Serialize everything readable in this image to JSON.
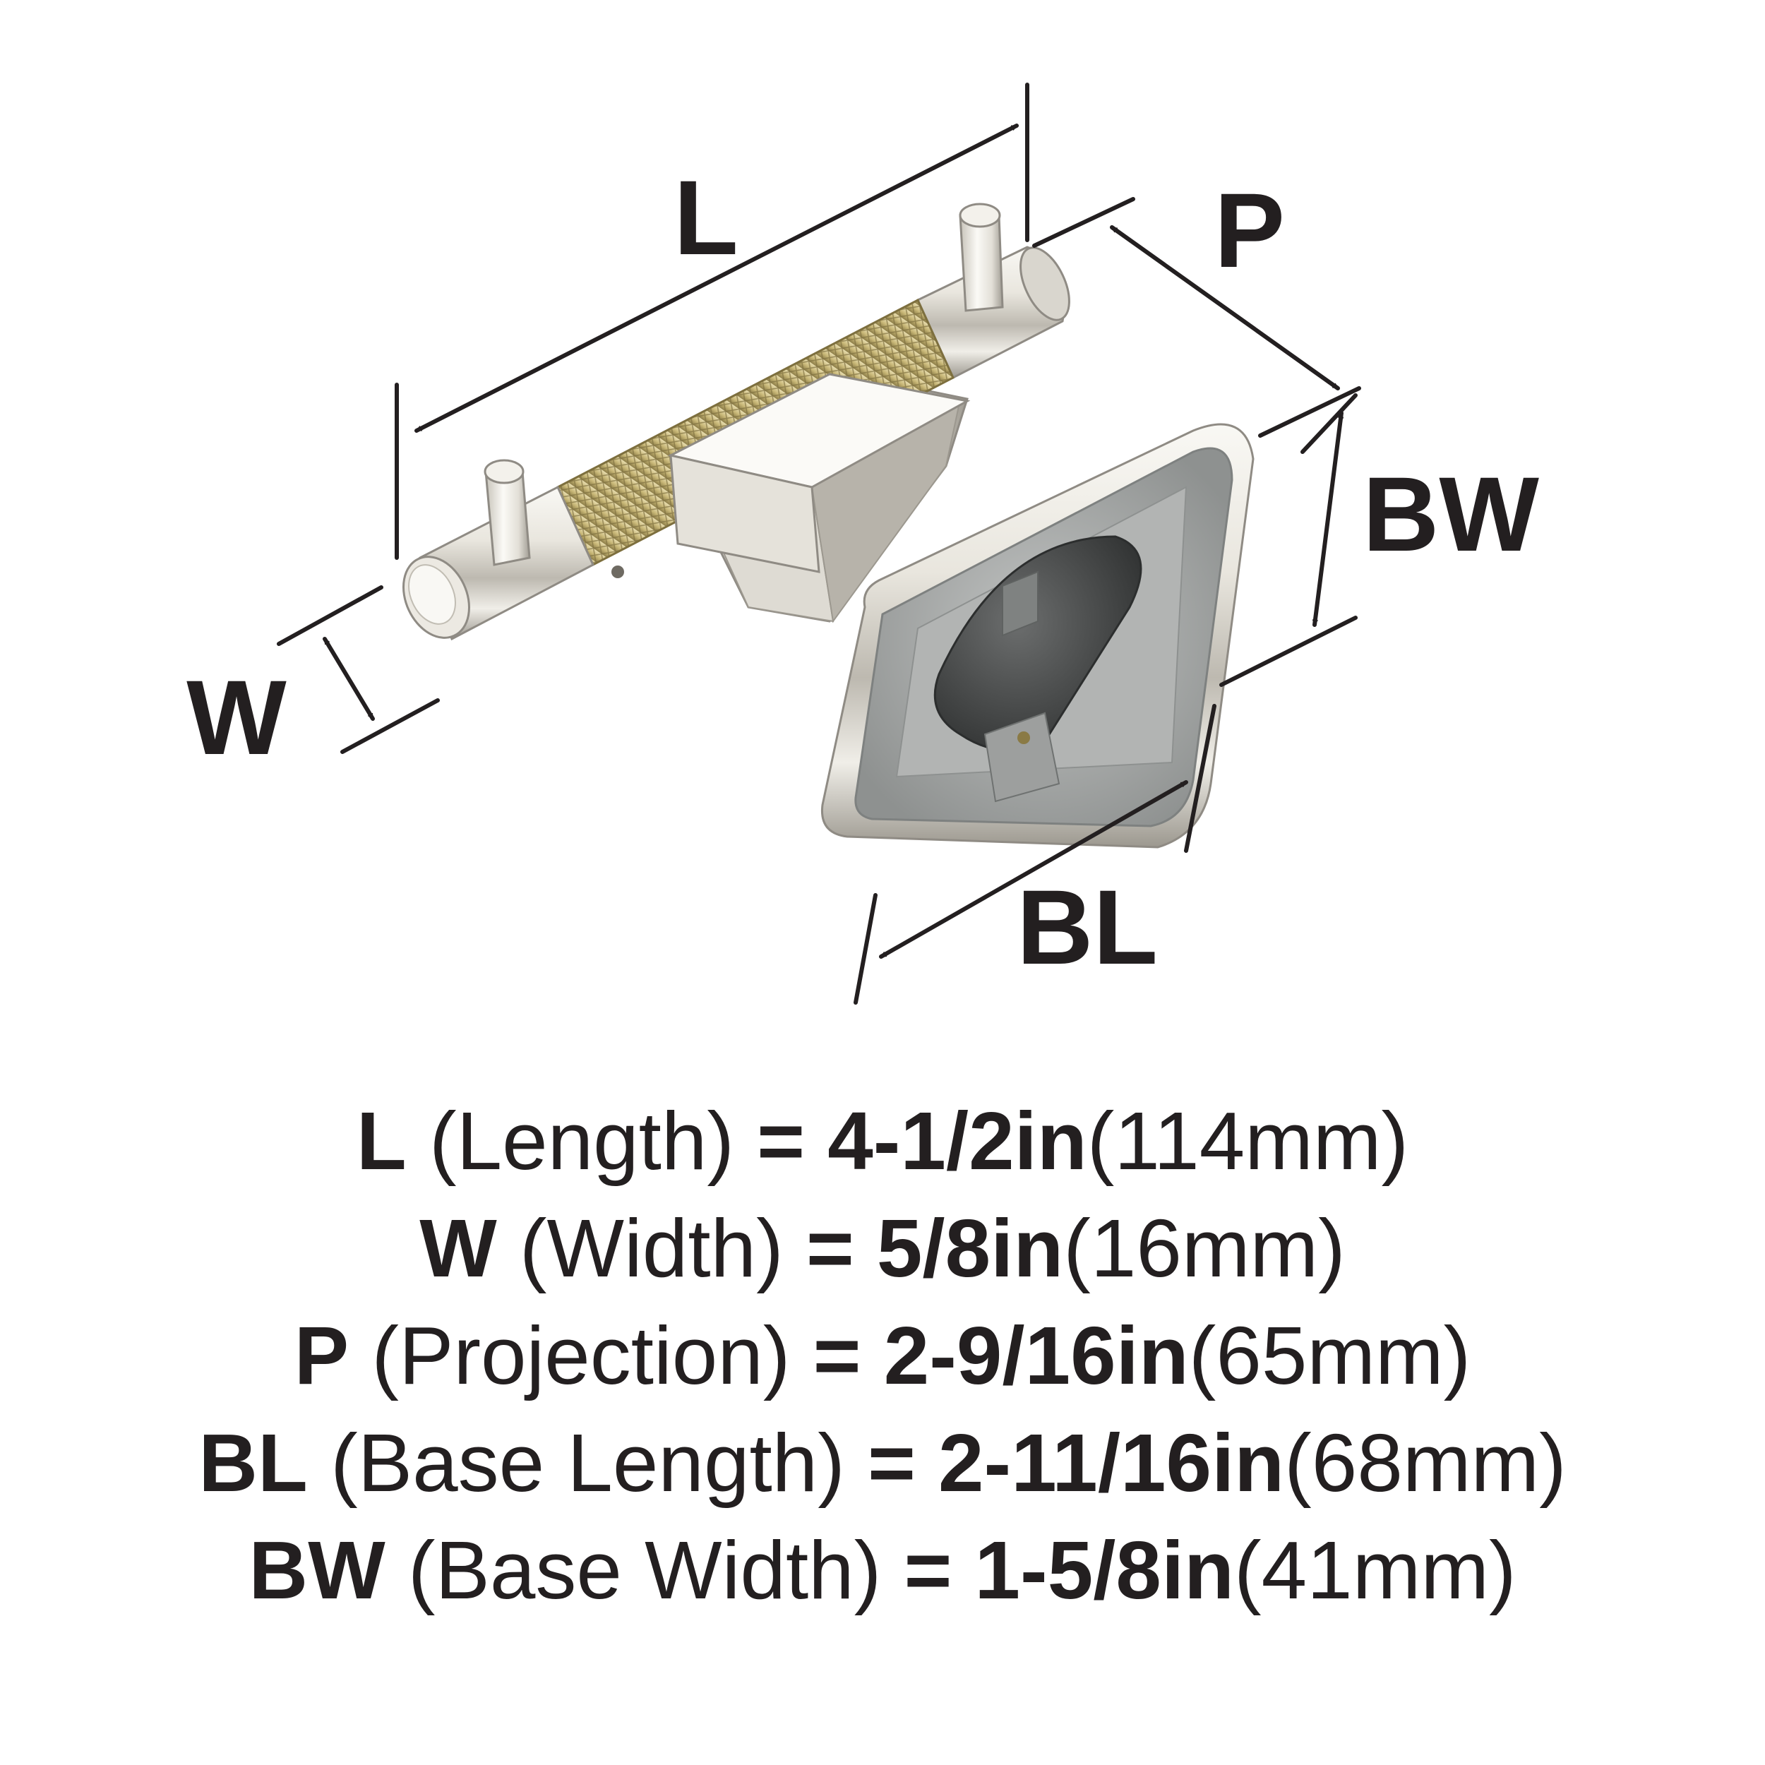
{
  "labels": {
    "L": "L",
    "P": "P",
    "BW": "BW",
    "W": "W",
    "BL": "BL"
  },
  "specs": [
    {
      "abbr": "L",
      "name": "(Length)",
      "eq": "=",
      "imperial": "4-1/2in",
      "metric": "(114mm)"
    },
    {
      "abbr": "W",
      "name": "(Width)",
      "eq": "=",
      "imperial": "5/8in",
      "metric": "(16mm)"
    },
    {
      "abbr": "P",
      "name": "(Projection)",
      "eq": "=",
      "imperial": "2-9/16in",
      "metric": "(65mm)"
    },
    {
      "abbr": "BL",
      "name": "(Base Length)",
      "eq": "=",
      "imperial": "2-11/16in",
      "metric": "(68mm)"
    },
    {
      "abbr": "BW",
      "name": "(Base Width)",
      "eq": "=",
      "imperial": "1-5/8in",
      "metric": "(41mm)"
    }
  ],
  "colors": {
    "line": "#231f20",
    "chrome_light": "#f4f2ec",
    "chrome_mid": "#cfcbc2",
    "chrome_dark": "#8f8b84",
    "brass": "#cdbd84",
    "cast_grey": "#a7a9a8",
    "cavity_dark": "#4c4e4e"
  }
}
